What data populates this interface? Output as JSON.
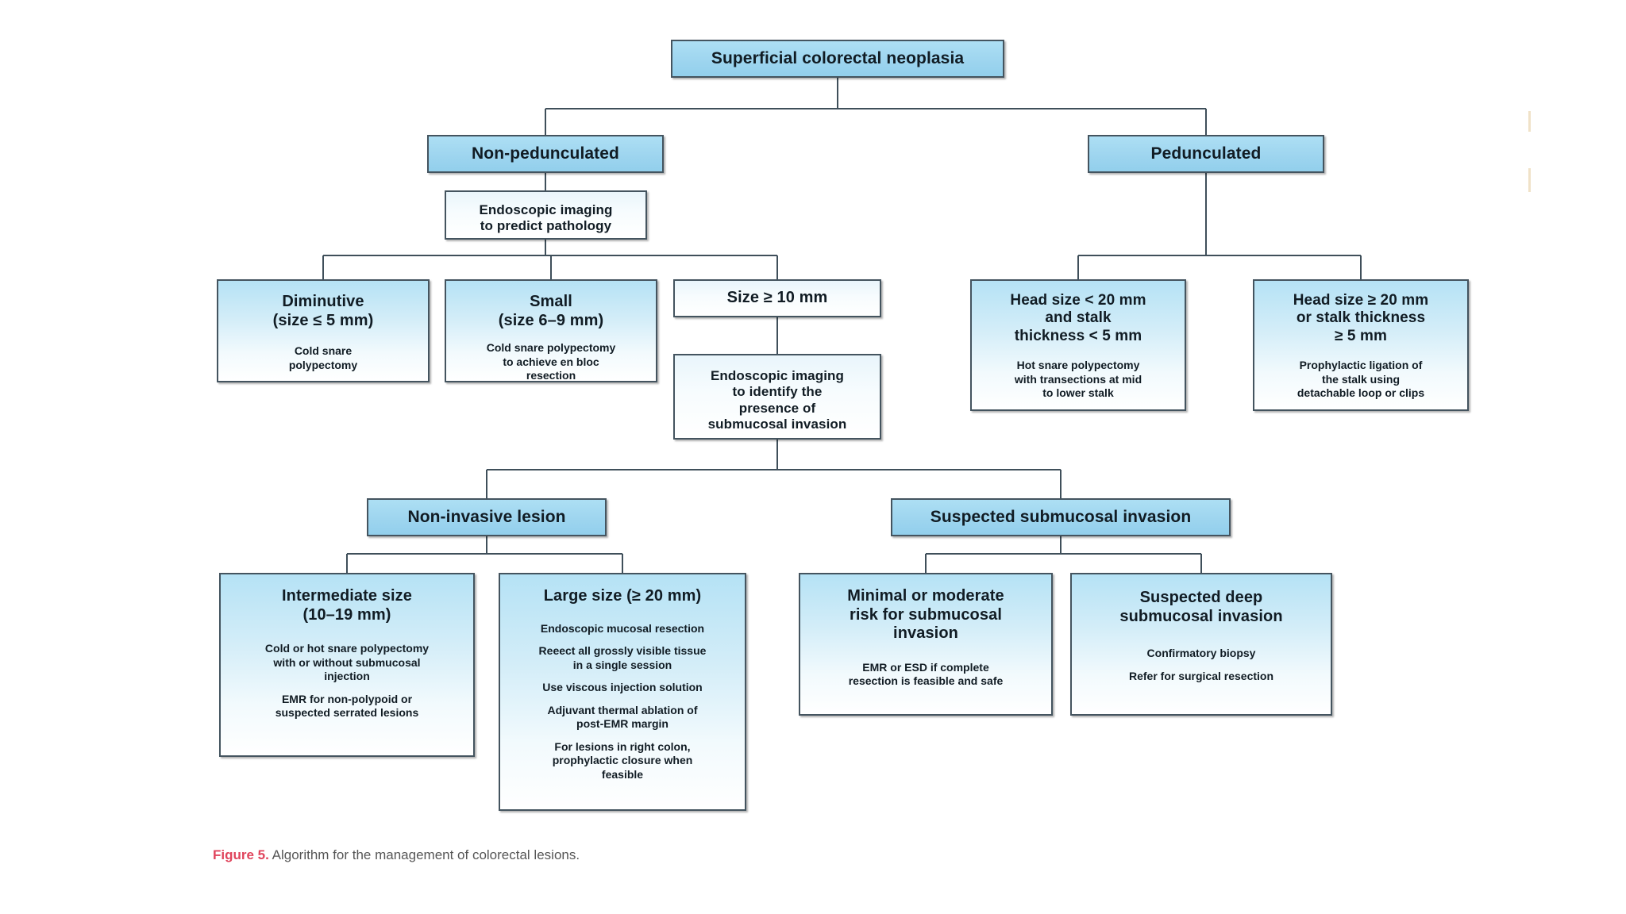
{
  "figure": {
    "label": "Figure 5.",
    "caption": "Algorithm for the management of colorectal lesions."
  },
  "colors": {
    "box_blue": "#9ed5ef",
    "box_fade_top": "#b5e2f5",
    "box_border": "#44545f",
    "text": "#111c24",
    "figure_label": "#e0445c",
    "caption_text": "#565656",
    "connector": "#3f4f5a"
  },
  "nodes": {
    "root": {
      "title": "Superficial colorectal neoplasia"
    },
    "non_pedunculated": {
      "title": "Non-pedunculated"
    },
    "pedunculated": {
      "title": "Pedunculated"
    },
    "endoscopic_imaging_pathology": {
      "title": "Endoscopic imaging\nto predict pathology"
    },
    "diminutive": {
      "title": "Diminutive\n(size ≤ 5 mm)",
      "body": [
        "Cold snare\npolypectomy"
      ]
    },
    "small": {
      "title": "Small\n(size 6–9 mm)",
      "body": [
        "Cold snare polypectomy\nto achieve en bloc\nresection"
      ]
    },
    "size_10mm": {
      "title": "Size ≥ 10 mm"
    },
    "endoscopic_imaging_invasion": {
      "title": "Endoscopic imaging\nto identify the\npresence of\nsubmucosal invasion"
    },
    "head_lt_20": {
      "title": "Head size < 20 mm\nand stalk\nthickness < 5 mm",
      "body": [
        "Hot snare polypectomy\nwith transections at mid\nto lower stalk"
      ]
    },
    "head_ge_20": {
      "title": "Head size ≥ 20 mm\nor stalk thickness\n≥ 5 mm",
      "body": [
        "Prophylactic ligation of\nthe stalk using\ndetachable loop or clips"
      ]
    },
    "non_invasive_lesion": {
      "title": "Non-invasive lesion"
    },
    "suspected_submucosal_invasion": {
      "title": "Suspected submucosal invasion"
    },
    "intermediate_size": {
      "title": "Intermediate size\n(10–19 mm)",
      "body": [
        "Cold or hot snare polypectomy\nwith or without submucosal\ninjection",
        "EMR for non-polypoid or\nsuspected serrated lesions"
      ]
    },
    "large_size": {
      "title": "Large size (≥ 20 mm)",
      "body": [
        "Endoscopic mucosal resection",
        "Reeect all grossly visible tissue\nin a single session",
        "Use viscous injection solution",
        "Adjuvant thermal ablation of\npost-EMR margin",
        "For lesions in right colon,\nprophylactic closure when\nfeasible"
      ]
    },
    "minimal_moderate_risk": {
      "title": "Minimal or moderate\nrisk for submucosal\ninvasion",
      "body": [
        "EMR or ESD if complete\nresection is feasible and safe"
      ]
    },
    "suspected_deep_invasion": {
      "title": "Suspected deep\nsubmucosal invasion",
      "body": [
        "Confirmatory biopsy",
        "Refer for surgical resection"
      ]
    }
  },
  "edges": [
    {
      "from": "root",
      "to": "non_pedunculated"
    },
    {
      "from": "root",
      "to": "pedunculated"
    },
    {
      "from": "non_pedunculated",
      "to": "endoscopic_imaging_pathology"
    },
    {
      "from": "endoscopic_imaging_pathology",
      "to": "diminutive"
    },
    {
      "from": "endoscopic_imaging_pathology",
      "to": "small"
    },
    {
      "from": "endoscopic_imaging_pathology",
      "to": "size_10mm"
    },
    {
      "from": "size_10mm",
      "to": "endoscopic_imaging_invasion"
    },
    {
      "from": "pedunculated",
      "to": "head_lt_20"
    },
    {
      "from": "pedunculated",
      "to": "head_ge_20"
    },
    {
      "from": "endoscopic_imaging_invasion",
      "to": "non_invasive_lesion"
    },
    {
      "from": "endoscopic_imaging_invasion",
      "to": "suspected_submucosal_invasion"
    },
    {
      "from": "non_invasive_lesion",
      "to": "intermediate_size"
    },
    {
      "from": "non_invasive_lesion",
      "to": "large_size"
    },
    {
      "from": "suspected_submucosal_invasion",
      "to": "minimal_moderate_risk"
    },
    {
      "from": "suspected_submucosal_invasion",
      "to": "suspected_deep_invasion"
    }
  ]
}
